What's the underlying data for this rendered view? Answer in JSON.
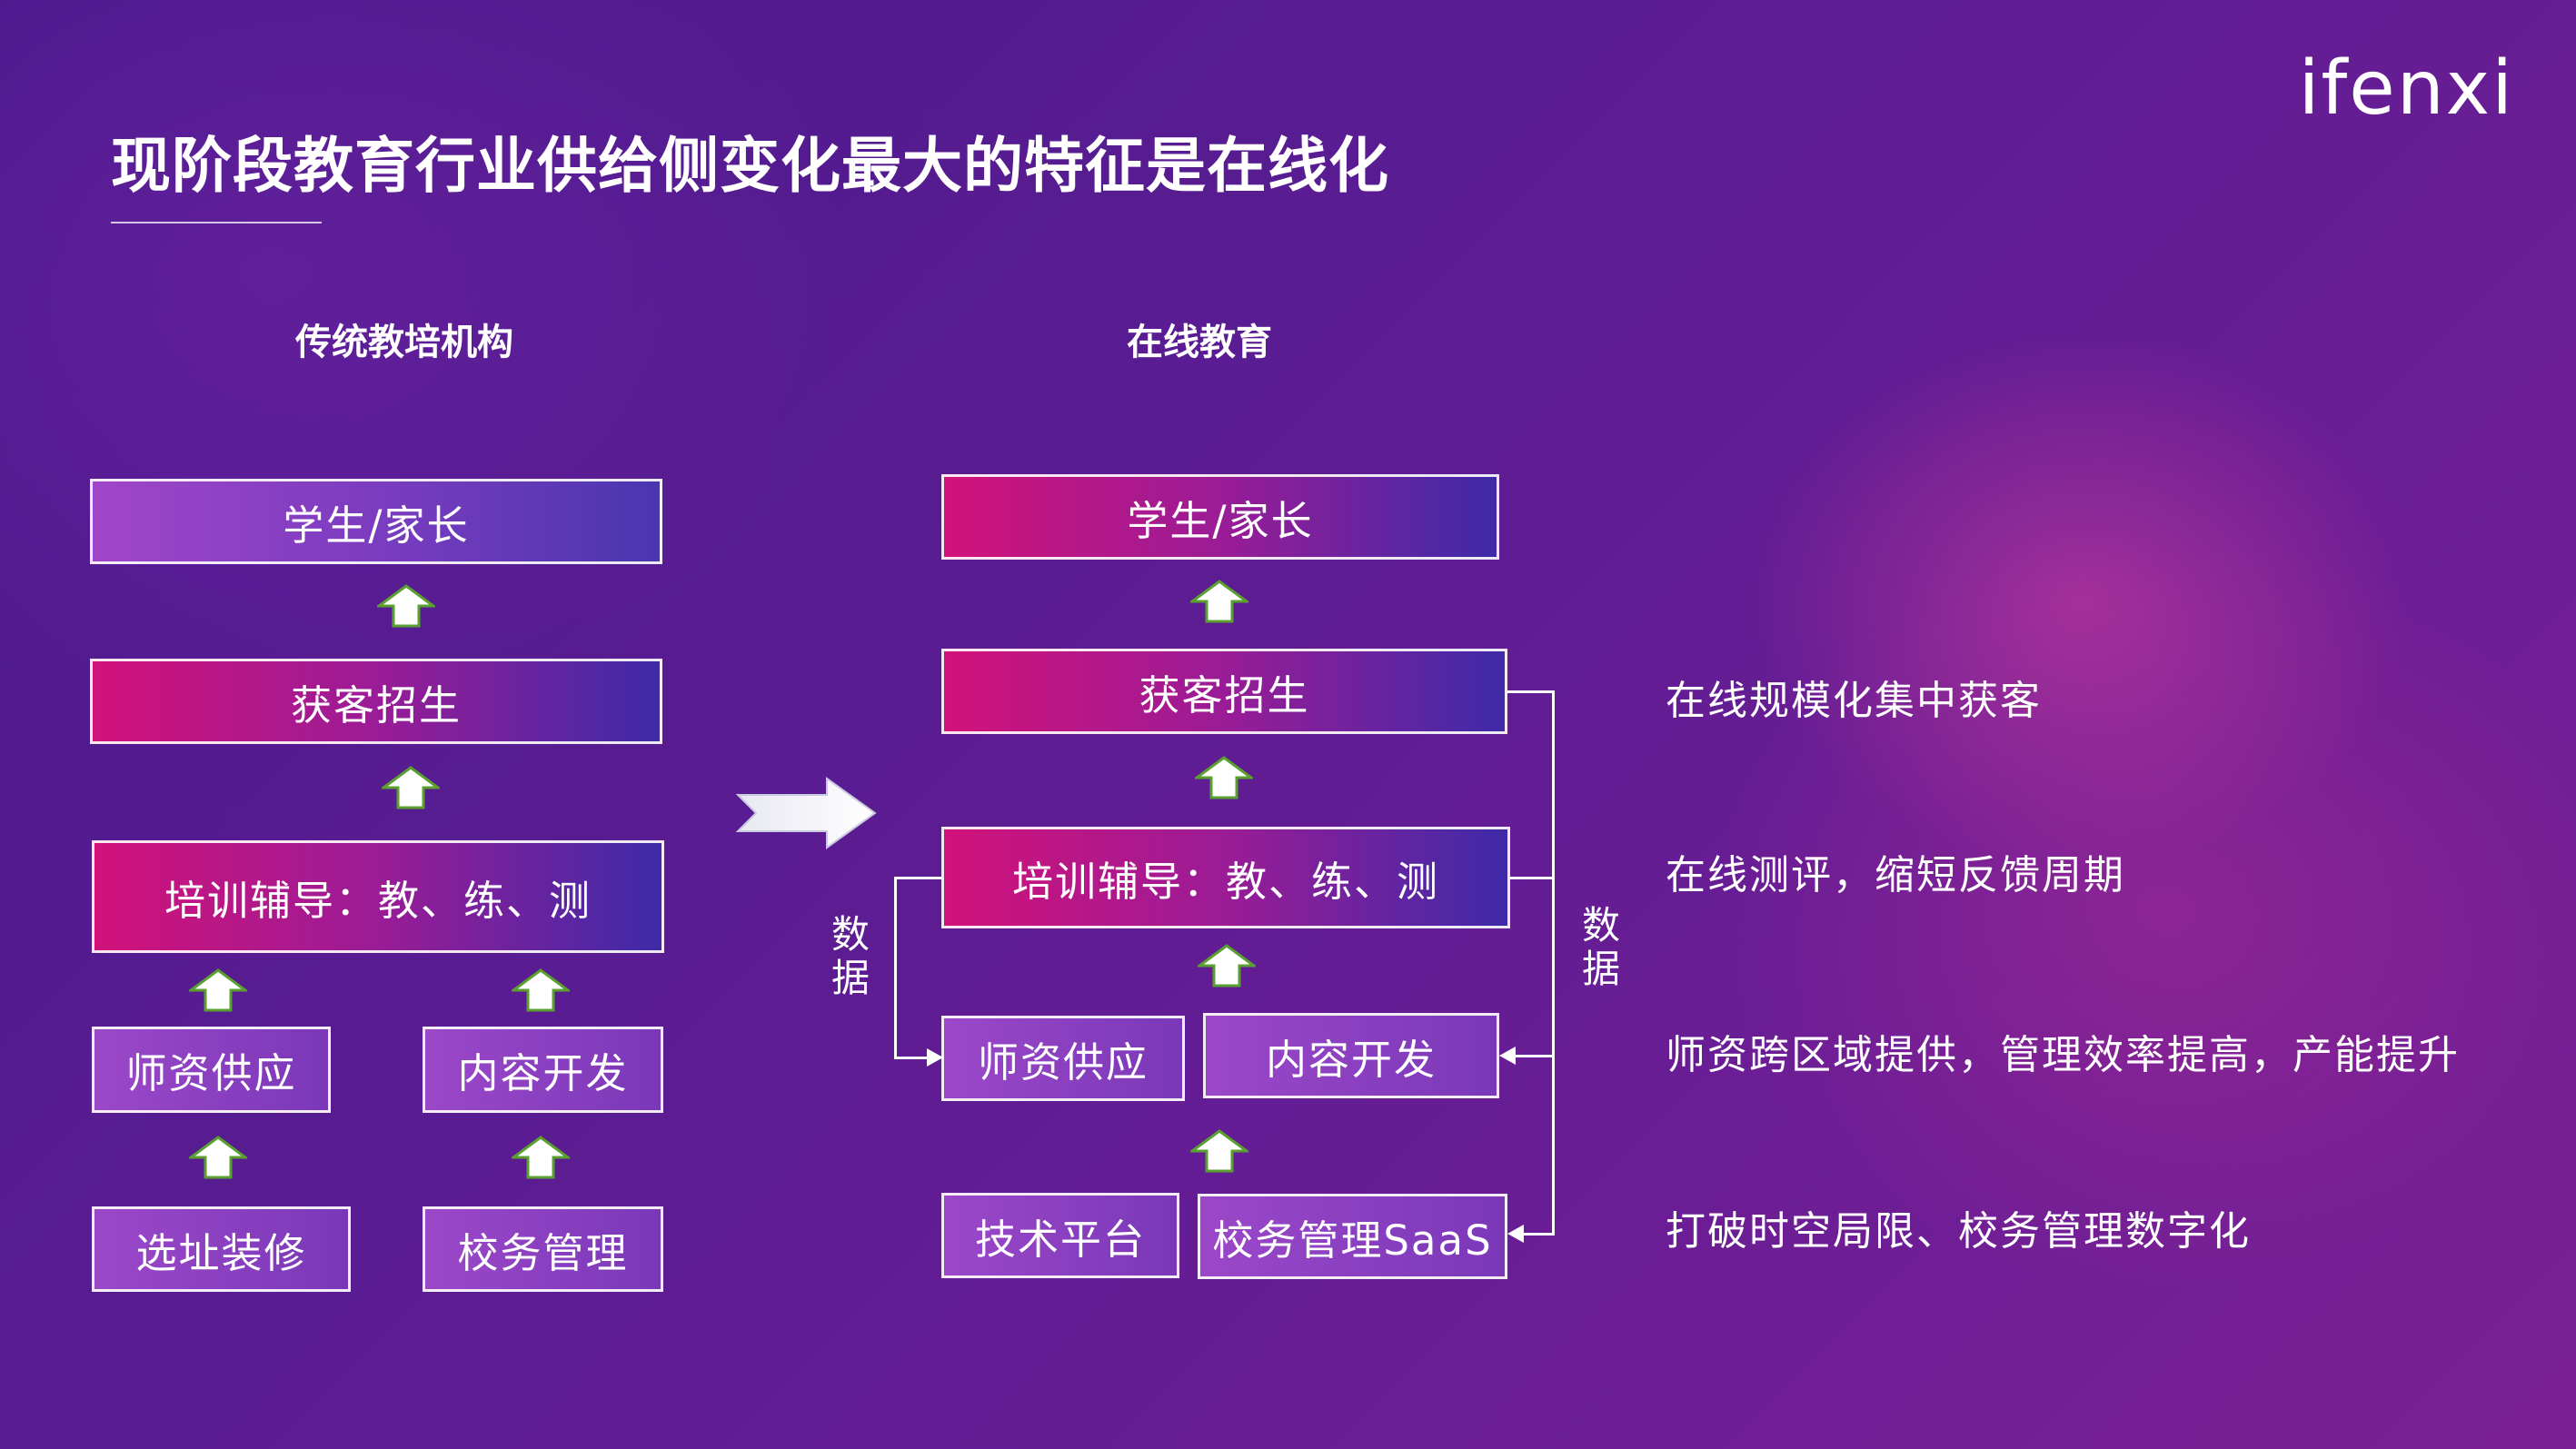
{
  "title": "现阶段教育行业供给侧变化最大的特征是在线化",
  "logo": "ifenxi",
  "left": {
    "heading": "传统教培机构",
    "student": "学生/家长",
    "acquire": "获客招生",
    "teach": "培训辅导：教、练、测",
    "teacher": "师资供应",
    "content": "内容开发",
    "site": "选址装修",
    "admin": "校务管理"
  },
  "right": {
    "heading": "在线教育",
    "student": "学生/家长",
    "acquire": "获客招生",
    "teach": "培训辅导：教、练、测",
    "teacher": "师资供应",
    "content": "内容开发",
    "tech": "技术平台",
    "saas": "校务管理SaaS",
    "data_left": [
      "数",
      "据"
    ],
    "data_right": [
      "数",
      "据"
    ]
  },
  "notes": [
    "在线规模化集中获客",
    "在线测评，缩短反馈周期",
    "师资跨区域提供，管理效率提高，产能提升",
    "打破时空局限、校务管理数字化"
  ],
  "colors": {
    "arrow_fill": "#ffffff",
    "arrow_stroke": "#5aa030"
  }
}
